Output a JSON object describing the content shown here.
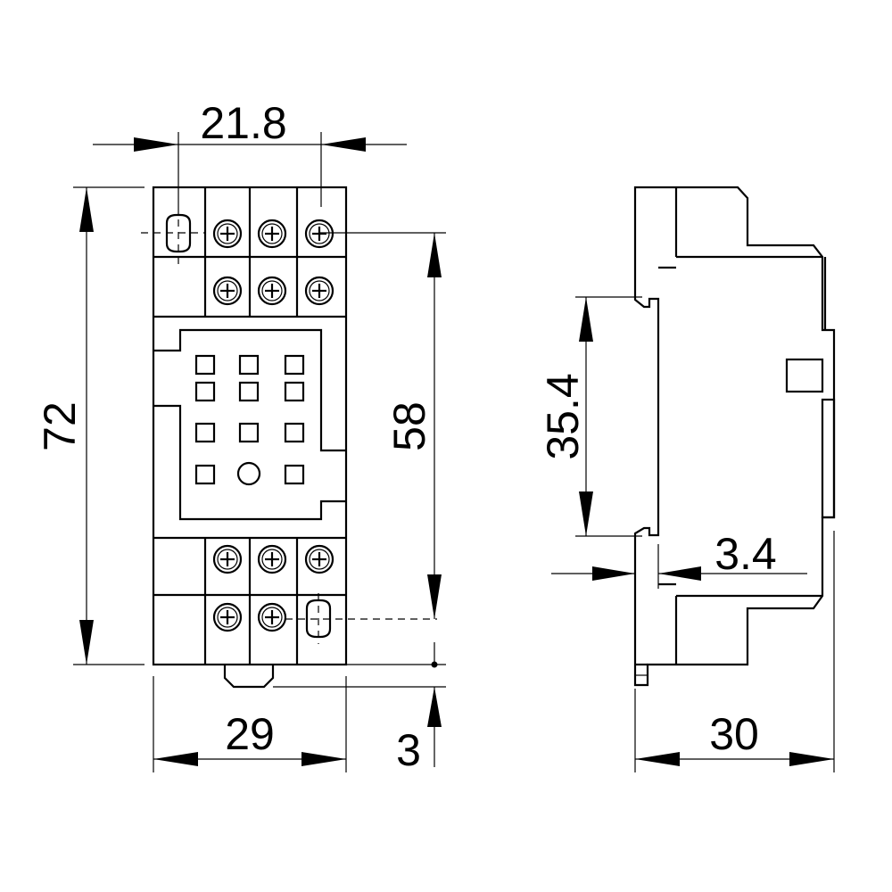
{
  "diagram": {
    "dimensions": {
      "top_width": "21.8",
      "total_height": "72",
      "screw_pitch_height": "58",
      "bottom_width": "29",
      "bottom_offset": "3",
      "rail_height": "35.4",
      "rail_offset": "3.4",
      "side_depth": "30"
    }
  }
}
